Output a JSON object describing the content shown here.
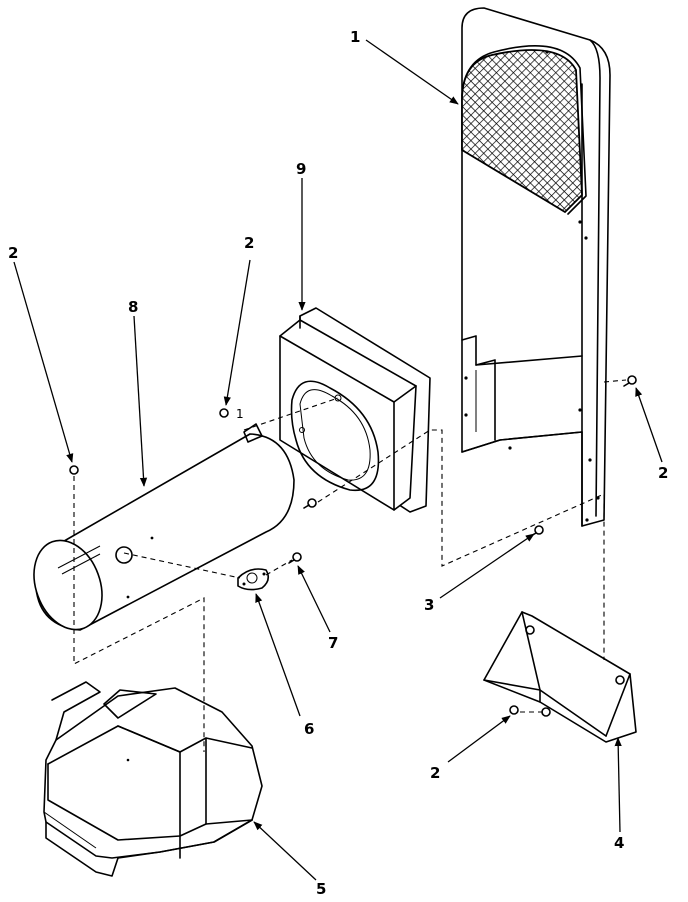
{
  "callouts": {
    "c1": "1",
    "c2_left": "2",
    "c2_top": "2",
    "c2_right": "2",
    "c2_bottom": "2",
    "c3": "3",
    "c4": "4",
    "c5": "5",
    "c6": "6",
    "c7": "7",
    "c8": "8",
    "c9": "9",
    "c1_small": "1"
  },
  "colors": {
    "line": "#000000",
    "background": "#ffffff"
  }
}
